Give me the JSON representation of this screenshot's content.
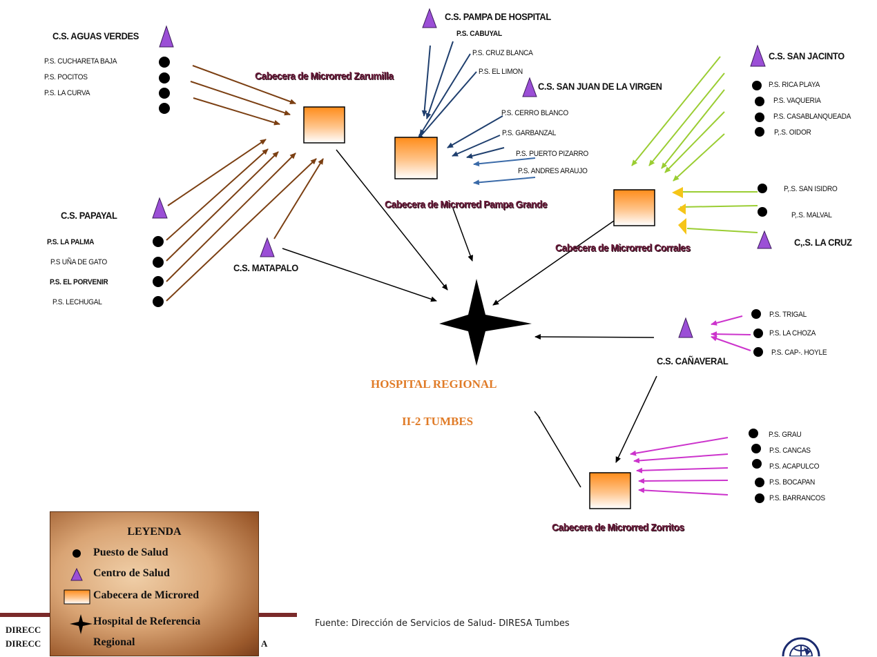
{
  "labels": {
    "cs_aguas_verdes": "C.S. AGUAS VERDES",
    "ps_cuchareta_baja": "P.S. CUCHARETA BAJA",
    "ps_pocitos": "P.S.  POCITOS",
    "ps_la_curva": "P.S. LA CURVA",
    "cab_zarumilla": "Cabecera de Microrred Zarumilla",
    "cs_pampa_hospital": "C.S. PAMPA DE HOSPITAL",
    "ps_cabuyal": "P.S. CABUYAL",
    "ps_cruz_blanca": "P.S. CRUZ BLANCA",
    "ps_el_limon": "P.S. EL LIMON",
    "cs_san_juan": "C.S.  SAN JUAN DE LA VIRGEN",
    "ps_cerro_blanco": "P.S. CERRO BLANCO",
    "ps_garbanzal": "P.S.  GARBANZAL",
    "ps_puerto_pizarro": "P.S.  PUERTO PIZARRO",
    "ps_andres_araujo": "P.S. ANDRES ARAUJO",
    "cab_pampa_grande": "Cabecera de Microrred Pampa Grande",
    "cs_san_jacinto": "C.S. SAN JACINTO",
    "ps_rica_playa": "P.S. RICA PLAYA",
    "ps_vaqueria": "P.S. VAQUERIA",
    "ps_casablanqueada": "P.S. CASABLANQUEADA",
    "ps_oidor": "P,.S. OIDOR",
    "ps_san_isidro": "P,.S. SAN ISIDRO",
    "ps_malval": "P,.S.  MALVAL",
    "cs_la_cruz": "C,.S.  LA CRUZ",
    "cab_corrales": "Cabecera de Microrred Corrales",
    "cs_papayal": "C.S. PAPAYAL",
    "ps_la_palma": "P.S. LA PALMA",
    "ps_una_de_gato": "P.S UÑA DE GATO",
    "ps_el_porvenir": "P.S. EL PORVENIR",
    "ps_lechugal": "P.S. LECHUGAL",
    "cs_matapalo": "C.S. MATAPALO",
    "ps_trigal": "P.S. TRIGAL",
    "ps_la_choza": "P.S. LA CHOZA",
    "ps_cap_hoyle": "P.S. CAP-. HOYLE",
    "cs_canaveral": "C.S. CAÑAVERAL",
    "hospital_line1": "HOSPITAL REGIONAL",
    "hospital_line2": "II-2 TUMBES",
    "ps_grau": "P.S. GRAU",
    "ps_cancas": "P.S. CANCAS",
    "ps_acapulco": "P.S. ACAPULCO",
    "ps_bocapan": "P.S. BOCAPAN",
    "ps_barrancos": "P.S. BARRANCOS",
    "cab_zorritos": "Cabecera de Microrred Zorritos"
  },
  "legend": {
    "title": "LEYENDA",
    "puesto": "Puesto de Salud",
    "centro": "Centro de Salud",
    "cabecera": "Cabecera de Microred",
    "hospital": "Hospital de Referencia",
    "hospital_cont": "Regional"
  },
  "footer": {
    "line1": "DIRECC",
    "line2": "DIRECC",
    "line2_tail": "A",
    "source": "Fuente: Dirección de Servicios de Salud- DIRESA Tumbes"
  },
  "colors": {
    "zarumilla_arrows": "#7b3f12",
    "pampa_arrows": "#1f3f6e",
    "corrales_green": "#9acd32",
    "corrales_yellow": "#f5c518",
    "zorritos_magenta": "#cc33cc",
    "triangle": "#9b4fd6",
    "hospital_text": "#e07b27",
    "cabecera_title": "#6b1a3a"
  }
}
